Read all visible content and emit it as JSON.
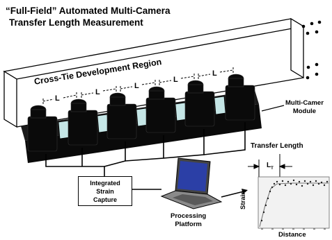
{
  "title": {
    "line1": "“Full-Field” Automated Multi-Camera",
    "line2": "Transfer Length Measurement"
  },
  "region_label": "Cross-Tie Development Region",
  "spacing_label": "L",
  "module_label": {
    "line1": "Multi-Camer",
    "line2": "Module"
  },
  "capture_label": {
    "line1": "Integrated",
    "line2": "Strain",
    "line3": "Capture"
  },
  "platform_label": {
    "line1": "Processing",
    "line2": "Platform"
  },
  "transfer_label": "Transfer Length",
  "lt_label": {
    "main": "L",
    "sub": "T"
  },
  "graph": {
    "ylabel": "Strain",
    "xlabel": "Distance"
  },
  "colors": {
    "glass": "#c5e6e6",
    "camera": "#0a0a0a",
    "screen": "#2b3fa6"
  },
  "icons": [
    "camera-icon",
    "laptop-icon",
    "continuation-dots-icon"
  ]
}
